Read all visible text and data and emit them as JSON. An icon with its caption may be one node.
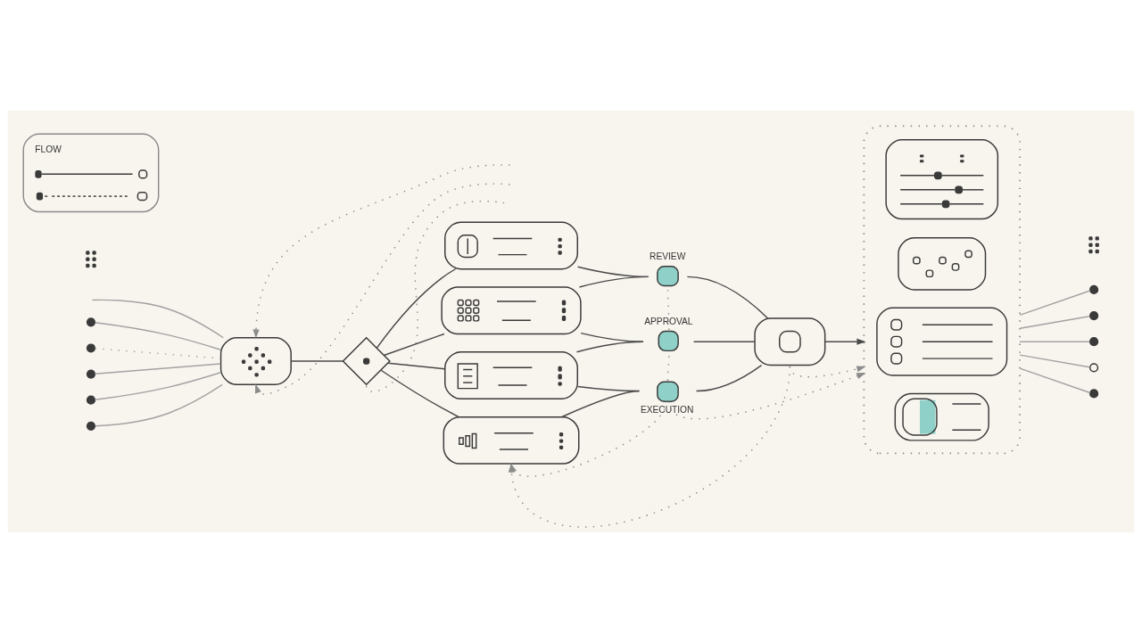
{
  "diagram": {
    "nodes": [
      {
        "text": [],
        "shape": "circle"
      },
      {
        "text": [],
        "shape": "circle"
      },
      {
        "text": [],
        "shape": "circle"
      },
      {
        "text": [],
        "shape": "circle"
      },
      {
        "text": [],
        "shape": "picture"
      },
      {
        "text": [],
        "shape": "circle"
      },
      {
        "text": [],
        "shape": "box"
      },
      {
        "text": [],
        "shape": "diamond"
      },
      {
        "text": [],
        "shape": "box"
      },
      {
        "text": [],
        "shape": "box"
      },
      {
        "text": [],
        "shape": "box"
      },
      {
        "text": [],
        "shape": "box"
      },
      {
        "text": [
          "REVIEW"
        ]
      },
      {
        "text": [
          "APPROVAL"
        ]
      },
      {
        "text": [
          "EXECUTION"
        ]
      },
      {
        "text": [],
        "shape": "box"
      },
      {
        "text": [],
        "shape": "box"
      },
      {
        "text": [],
        "shape": "box",
        "in": 16
      },
      {
        "text": [],
        "shape": "box",
        "in": 16
      },
      {
        "text": [],
        "shape": "box",
        "in": 16
      },
      {
        "text": [],
        "shape": "box",
        "in": 16
      },
      {
        "text": [],
        "shape": "circle"
      },
      {
        "text": [],
        "shape": "circle"
      },
      {
        "text": [],
        "shape": "circle"
      },
      {
        "text": [],
        "shape": "picture"
      },
      {
        "text": [],
        "shape": "circle"
      },
      {
        "text": [],
        "shape": "circle"
      }
    ],
    "edges": [
      {
        "from": 0,
        "to": 6,
        "arrow": "none",
        "color": "#a3a3a3"
      },
      {
        "from": 1,
        "to": 6,
        "arrow": "none",
        "style": "dashed",
        "color": "#a3a3a3"
      },
      {
        "from": 2,
        "to": 6,
        "arrow": "none",
        "color": "#a3a3a3"
      },
      {
        "from": 3,
        "to": 6,
        "arrow": "none",
        "color": "#a3a3a3"
      },
      {
        "from": 5,
        "to": 6,
        "arrow": "none",
        "color": "#a3a3a3"
      },
      {
        "from": 6,
        "to": 7,
        "arrow": "none"
      },
      {
        "from": 7,
        "to": 8,
        "arrow": "none"
      },
      {
        "from": 7,
        "to": 9,
        "arrow": "none"
      },
      {
        "from": 7,
        "to": 10,
        "arrow": "none"
      },
      {
        "from": 7,
        "to": 11,
        "arrow": "none"
      },
      {
        "from": 8,
        "to": 12,
        "arrow": "none"
      },
      {
        "from": 9,
        "to": 12,
        "arrow": "none"
      },
      {
        "from": 9,
        "to": 13,
        "arrow": "none"
      },
      {
        "from": 10,
        "to": 13,
        "arrow": "none"
      },
      {
        "from": 10,
        "to": 14,
        "arrow": "none"
      },
      {
        "from": 11,
        "to": 14,
        "arrow": "none"
      },
      {
        "from": 12,
        "to": 15,
        "arrow": "none"
      },
      {
        "from": 13,
        "to": 15,
        "arrow": "none"
      },
      {
        "from": 14,
        "to": 15,
        "arrow": "none"
      },
      {
        "from": 15,
        "to": 16,
        "arrow": "to"
      },
      {
        "from": 16,
        "to": 21,
        "arrow": "none",
        "color": "#a3a3a3"
      },
      {
        "from": 16,
        "to": 22,
        "arrow": "none",
        "color": "#a3a3a3"
      },
      {
        "from": 16,
        "to": 23,
        "arrow": "none",
        "color": "#a3a3a3"
      },
      {
        "from": 16,
        "to": 25,
        "arrow": "none",
        "color": "#a3a3a3"
      },
      {
        "from": 16,
        "to": 26,
        "arrow": "none",
        "color": "#a3a3a3"
      },
      {
        "from": null,
        "to": 6,
        "arrow": "to",
        "style": "dashed"
      },
      {
        "from": null,
        "to": 6,
        "arrow": "to",
        "style": "dashed"
      },
      {
        "from": null,
        "to": 6,
        "arrow": "none",
        "color": "#a3a3a3"
      },
      {
        "from": 7,
        "to": null,
        "arrow": "none",
        "style": "dashed"
      },
      {
        "from": 12,
        "to": 13,
        "arrow": "none",
        "style": "dashed"
      },
      {
        "from": 13,
        "to": 14,
        "arrow": "none",
        "style": "dashed"
      },
      {
        "from": 14,
        "to": 11,
        "arrow": "to",
        "style": "dashed"
      },
      {
        "from": 14,
        "to": 16,
        "arrow": "to",
        "style": "dashed"
      },
      {
        "from": 15,
        "to": 11,
        "arrow": "to",
        "style": "dashed"
      },
      {
        "from": 15,
        "to": 16,
        "arrow": "to",
        "style": "dashed"
      }
    ],
    "labels": [
      "FLOW"
    ]
  }
}
